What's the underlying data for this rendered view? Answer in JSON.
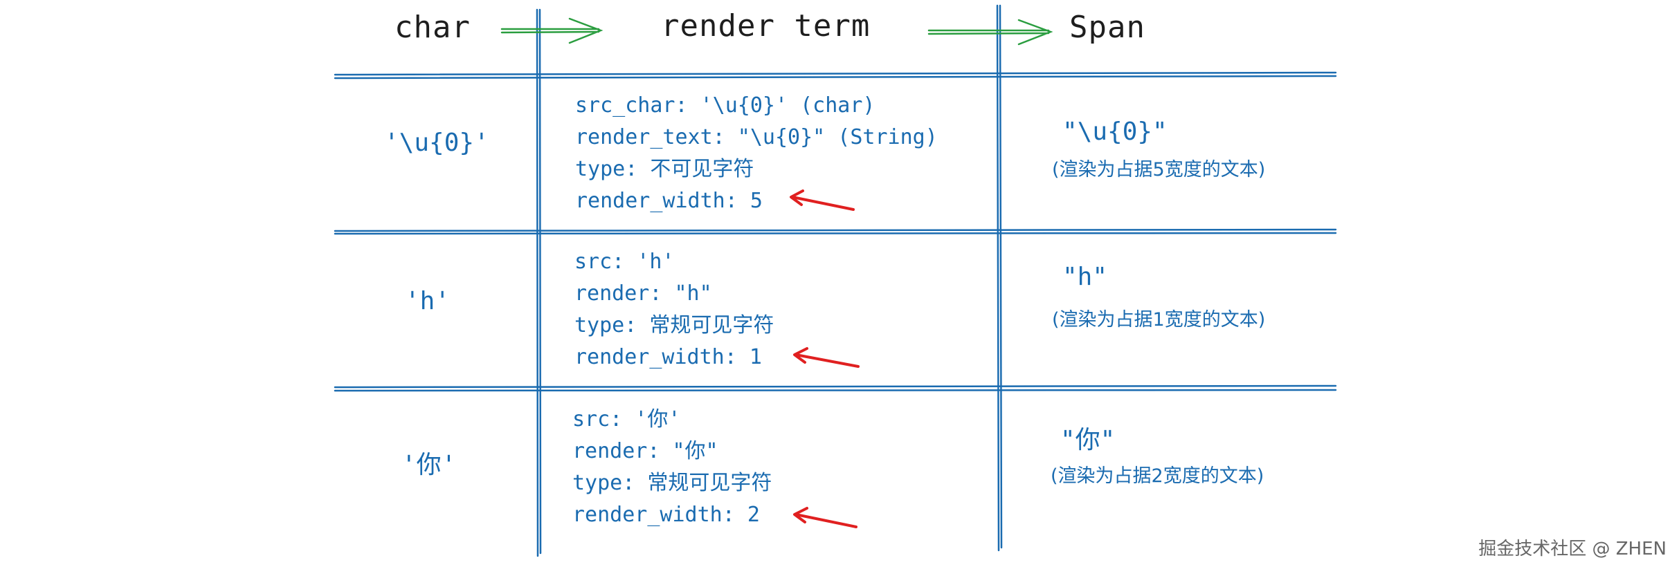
{
  "headers": {
    "col1": "char",
    "col2": "render term",
    "col3": "Span"
  },
  "rows": [
    {
      "char": "'\\u{0}'",
      "desc": [
        "src_char: '\\u{0}' (char)",
        "render_text: \"\\u{0}\" (String)",
        "type: 不可见字符",
        "render_width: 5"
      ],
      "span": "\"\\u{0}\"",
      "span_note": "(渲染为占据5宽度的文本)"
    },
    {
      "char": "'h'",
      "desc": [
        "src: 'h'",
        "render: \"h\"",
        "type: 常规可见字符",
        "render_width: 1"
      ],
      "span": "\"h\"",
      "span_note": "(渲染为占据1宽度的文本)"
    },
    {
      "char": "'你'",
      "desc": [
        "src: '你'",
        "render: \"你\"",
        "type: 常规可见字符",
        "render_width: 2"
      ],
      "span": "\"你\"",
      "span_note": "(渲染为占据2宽度的文本)"
    }
  ],
  "watermark": "掘金技术社区 @ ZHEN",
  "colors": {
    "grid": "#1a6bb0",
    "text": "#1a6bb0",
    "header_arrow": "#2a9d3f",
    "pointer_arrow": "#e02020",
    "header_text": "#1e1e1e"
  }
}
